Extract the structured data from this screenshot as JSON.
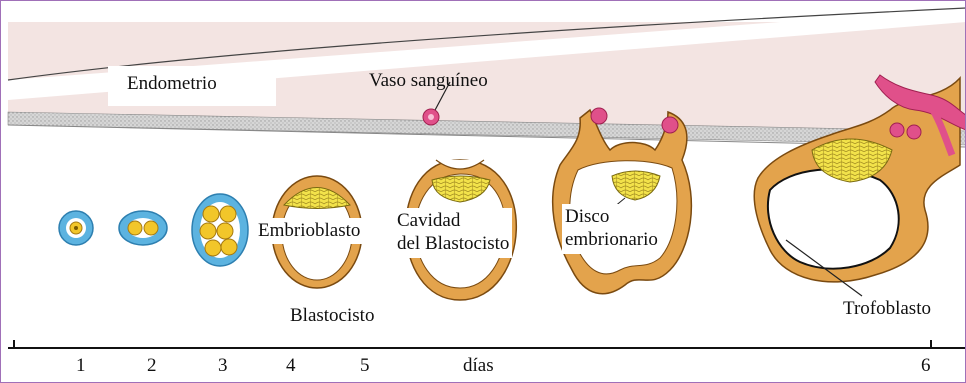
{
  "labels": {
    "endometrio": "Endometrio",
    "vaso": "Vaso sanguíneo",
    "embrioblasto": "Embrioblasto",
    "cavidad_1": "Cavidad",
    "cavidad_2": "del Blastocisto",
    "disco_1": "Disco",
    "disco_2": "embrionario",
    "blastocisto": "Blastocisto",
    "trofoblasto": "Trofoblasto"
  },
  "timeline": {
    "ticks": [
      "1",
      "2",
      "3",
      "4",
      "5",
      "6"
    ],
    "unit": "días"
  },
  "colors": {
    "endometrium": "#f3e4e2",
    "epithelium_band": "#c8c8c8",
    "trophoblast": "#e3a34c",
    "embryoblast": "#f2e24a",
    "zona": "#5cb3e0",
    "blastomere": "#f2c62a",
    "vessel": "#e0508a",
    "outline": "#222222"
  }
}
